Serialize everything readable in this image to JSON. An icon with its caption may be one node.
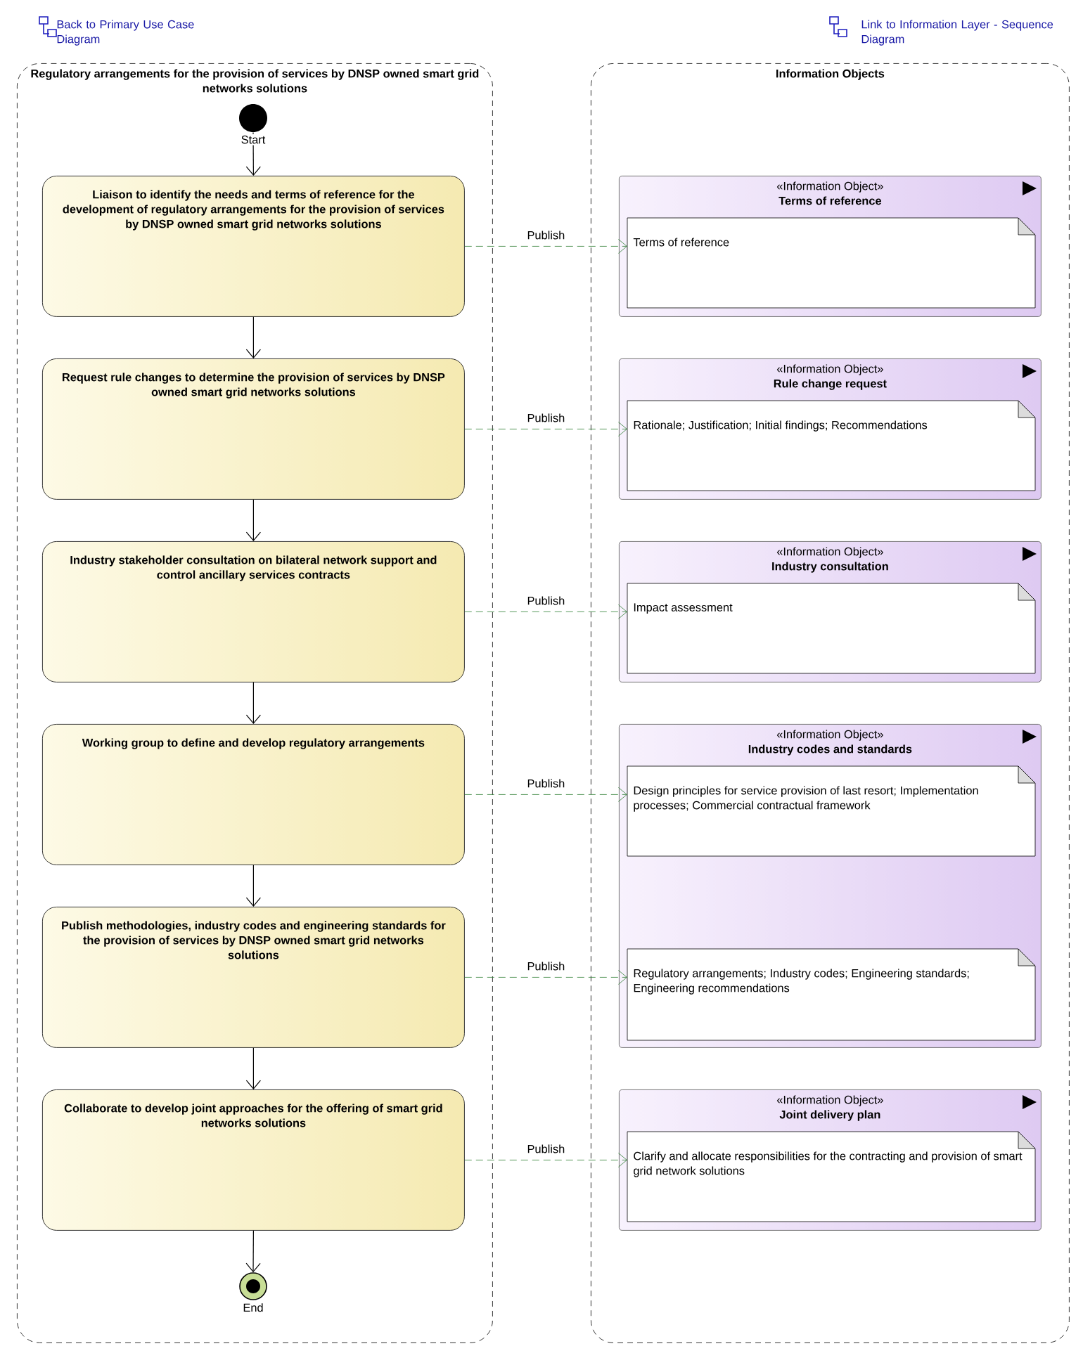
{
  "diagram": {
    "nodes": [
      {
        "text": [
          "Regulatory arrangements for the provision of services by DNSP owned smart grid networks solutions"
        ]
      },
      {
        "text": [],
        "shape": "circle",
        "in": 0,
        "beside": [
          "Start"
        ]
      },
      {
        "text": [
          "Liaison to identify the needs and terms of reference for the development of regulatory arrangements for the provision of services by DNSP owned smart grid networks solutions"
        ],
        "in": 0
      },
      {
        "text": [
          "Request rule changes to determine the provision of services by DNSP owned smart grid networks solutions"
        ],
        "in": 0
      },
      {
        "text": [
          "Industry stakeholder consultation on bilateral network support and control ancillary services contracts"
        ],
        "in": 0
      },
      {
        "text": [
          "Working group to define and develop regulatory arrangements"
        ],
        "in": 0
      },
      {
        "text": [
          "Publish methodologies, industry codes and engineering standards for the provision of services by DNSP owned smart grid networks solutions"
        ],
        "in": 0
      },
      {
        "text": [
          "Collaborate to develop joint approaches for the offering of smart grid networks solutions"
        ],
        "in": 0
      },
      {
        "text": [],
        "shape": "circle",
        "in": 0,
        "beside": [
          "End"
        ]
      },
      {
        "text": [
          "Information Objects"
        ]
      },
      {
        "text": [
          "«Information Object»",
          "Terms of reference"
        ],
        "in": 9
      },
      {
        "text": [
          "Terms of reference"
        ],
        "in": 10
      },
      {
        "text": [
          "«Information Object»",
          "Rule change request"
        ],
        "in": 9
      },
      {
        "text": [
          "Rationale; Justification; Initial findings; Recommendations"
        ],
        "in": 12
      },
      {
        "text": [
          "«Information Object»",
          "Industry consultation"
        ],
        "in": 9
      },
      {
        "text": [
          "Impact assessment"
        ],
        "in": 14
      },
      {
        "text": [
          "«Information Object»",
          "Industry codes and standards"
        ],
        "in": 9
      },
      {
        "text": [
          "Design principles for service provision of last resort; Implementation processes; Commercial contractual framework"
        ],
        "in": 16
      },
      {
        "text": [
          "Regulatory arrangements; Industry codes; Engineering standards; Engineering recommendations"
        ],
        "in": 16
      },
      {
        "text": [
          "«Information Object»",
          "Joint delivery plan"
        ],
        "in": 9
      },
      {
        "text": [
          "Clarify and allocate responsibilities for the contracting and provision of smart grid network solutions"
        ],
        "in": 19
      }
    ],
    "edges": [
      {
        "from": 1,
        "to": 2,
        "arrow": "to"
      },
      {
        "from": 2,
        "to": 3,
        "arrow": "to"
      },
      {
        "from": 3,
        "to": 4,
        "arrow": "to"
      },
      {
        "from": 4,
        "to": 5,
        "arrow": "to"
      },
      {
        "from": 5,
        "to": 6,
        "arrow": "to"
      },
      {
        "from": 6,
        "to": 7,
        "arrow": "to"
      },
      {
        "from": 7,
        "to": 8,
        "arrow": "to"
      },
      {
        "from": 2,
        "to": 11,
        "arrow": "to",
        "label": "Publish",
        "style": "dashed",
        "color": "#2e7d32"
      },
      {
        "from": 3,
        "to": 13,
        "arrow": "to",
        "label": "Publish",
        "style": "dashed",
        "color": "#2e7d32"
      },
      {
        "from": 4,
        "to": 15,
        "arrow": "to",
        "label": "Publish",
        "style": "dashed",
        "color": "#2e7d32"
      },
      {
        "from": 5,
        "to": 17,
        "arrow": "to",
        "label": "Publish",
        "style": "dashed",
        "color": "#2e7d32"
      },
      {
        "from": 6,
        "to": 18,
        "arrow": "to",
        "label": "Publish",
        "style": "dashed",
        "color": "#2e7d32"
      },
      {
        "from": 7,
        "to": 20,
        "arrow": "to",
        "label": "Publish",
        "style": "dashed",
        "color": "#2e7d32"
      }
    ],
    "labels": [
      "Back to Primary Use Case Diagram",
      "Link to Information Layer - Sequence Diagram"
    ]
  }
}
